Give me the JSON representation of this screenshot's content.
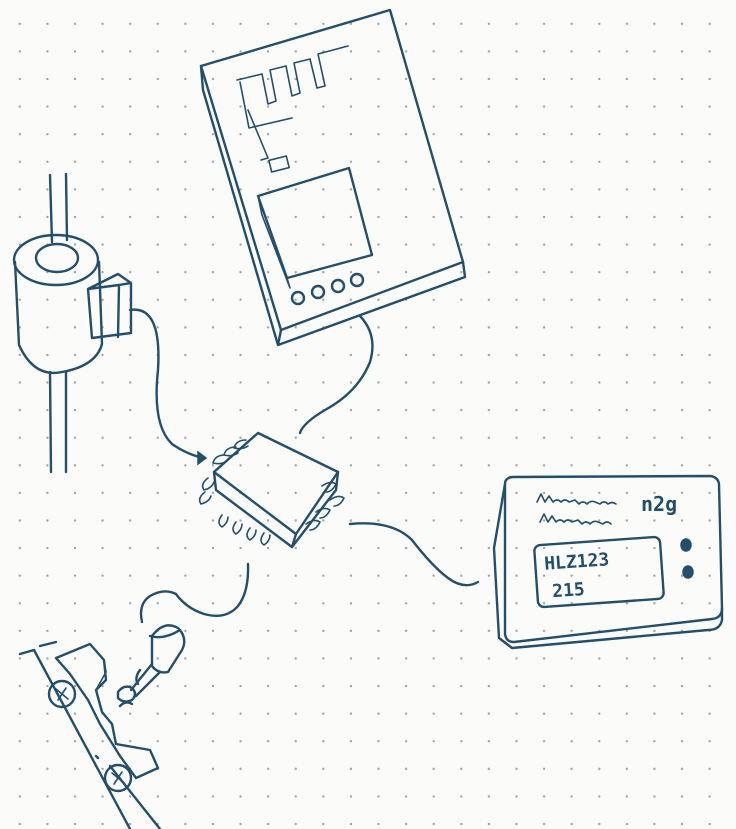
{
  "diagram": {
    "ink_color": "#234f6b",
    "paper_color": "#fbfbfa",
    "dot_color": "#9aa3a9"
  },
  "meter_display": {
    "line1": "HLZ123",
    "line2": "215",
    "unit_glyph": "n2g"
  }
}
